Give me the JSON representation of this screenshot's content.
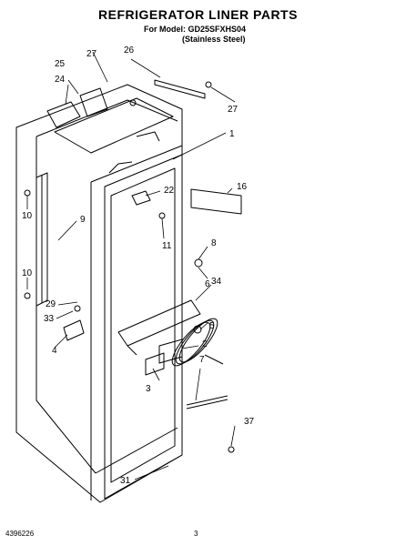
{
  "header": {
    "title": "REFRIGERATOR LINER PARTS",
    "model_line": "For Model: GD25SFXHS04",
    "finish": "(Stainless Steel)"
  },
  "callouts": [
    "1",
    "2",
    "3",
    "4",
    "5",
    "6",
    "7",
    "8",
    "9",
    "10",
    "10",
    "11",
    "16",
    "22",
    "24",
    "25",
    "26",
    "27",
    "27",
    "29",
    "31",
    "33",
    "34",
    "37"
  ],
  "footer": {
    "doc_number": "4396226",
    "page_number": "3"
  }
}
